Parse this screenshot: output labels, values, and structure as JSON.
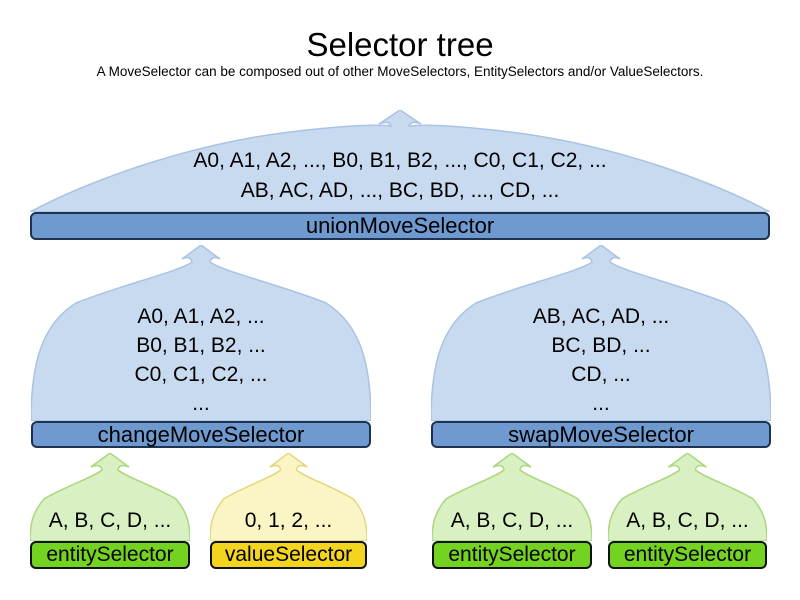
{
  "title": "Selector tree",
  "subtitle": "A MoveSelector can be composed out of other MoveSelectors, EntitySelectors and/or ValueSelectors.",
  "union_selector": {
    "label": "unionMoveSelector",
    "lines": [
      "A0, A1, A2, ..., B0, B1, B2, ..., C0, C1, C2, ...",
      "AB, AC, AD, ..., BC, BD, ..., CD, ..."
    ]
  },
  "change_selector": {
    "label": "changeMoveSelector",
    "lines": [
      "A0, A1, A2, ...",
      "B0, B1, B2, ...",
      "C0, C1, C2, ...",
      "..."
    ]
  },
  "swap_selector": {
    "label": "swapMoveSelector",
    "lines": [
      "AB, AC, AD, ...",
      "BC, BD, ...",
      "CD, ...",
      "..."
    ]
  },
  "leaf_selectors": [
    {
      "kind": "entity",
      "label": "entitySelector",
      "values": "A, B, C, D, ..."
    },
    {
      "kind": "value",
      "label": "valueSelector",
      "values": "0, 1, 2, ..."
    },
    {
      "kind": "entity",
      "label": "entitySelector",
      "values": "A, B, C, D, ..."
    },
    {
      "kind": "entity",
      "label": "entitySelector",
      "values": "A, B, C, D, ..."
    }
  ],
  "colors": {
    "move_cloud_fill": "#c8daef",
    "move_cloud_stroke": "#a9c3e2",
    "move_bar_fill": "#6f9ad0",
    "move_bar_stroke": "#1f3350",
    "entity_cloud_fill": "#d9f0c3",
    "entity_cloud_stroke": "#a9d87d",
    "entity_bar_fill": "#74d321",
    "value_cloud_fill": "#fbf5c6",
    "value_cloud_stroke": "#e5d67c",
    "value_bar_fill": "#f3d41f",
    "leaf_bar_stroke": "#111111",
    "text": "#000000",
    "background": "#ffffff"
  }
}
